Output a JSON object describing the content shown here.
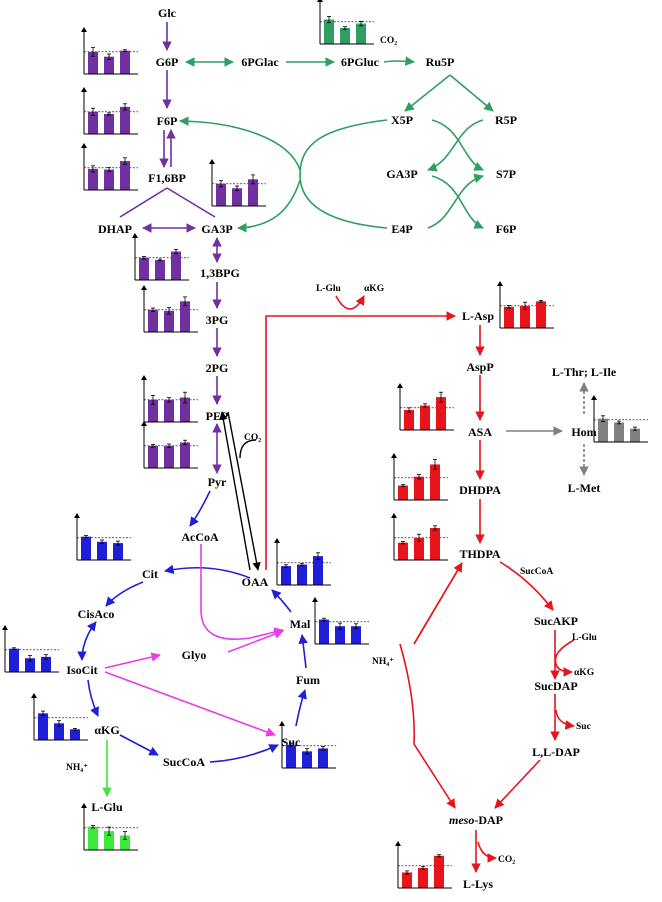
{
  "colors": {
    "glycolysis": "#7030a0",
    "ppp": "#2e9e62",
    "lysine": "#e8141b",
    "tca": "#1f1fd6",
    "glyoxylate": "#e83ee8",
    "glutamate": "#3be83b",
    "threonine": "#808080",
    "anaplerotic": "#000000"
  },
  "metabolites": {
    "glc": "Glc",
    "g6p": "G6P",
    "f6p": "F6P",
    "f16bp": "F1,6BP",
    "dhap": "DHAP",
    "ga3p": "GA3P",
    "bpg13": "1,3BPG",
    "pg3": "3PG",
    "pg2": "2PG",
    "pep": "PEP",
    "pyr": "Pyr",
    "pglac6": "6PGlac",
    "pgluc6": "6PGluc",
    "ru5p": "Ru5P",
    "x5p": "X5P",
    "r5p": "R5P",
    "ga3p_ppp": "GA3P",
    "s7p": "S7P",
    "e4p": "E4P",
    "f6p_ppp": "F6P",
    "acoa": "AcCoA",
    "cit": "Cit",
    "cisaco": "CisAco",
    "isocit": "IsoCit",
    "akg": "αKG",
    "succoa": "SucCoA",
    "suc": "Suc",
    "fum": "Fum",
    "mal": "Mal",
    "oaa": "OAA",
    "glyo": "Glyo",
    "lglu": "L-Glu",
    "lasp": "L-Asp",
    "aspp": "AspP",
    "asa": "ASA",
    "dhdpa": "DHDPA",
    "thdpa": "THDPA",
    "sucakp": "SucAKP",
    "sucdap": "SucDAP",
    "lldap": "L,L-DAP",
    "mesodap_italic": "meso",
    "mesodap_rest": "-DAP",
    "llys": "L-Lys",
    "hom": "Hom",
    "lthr": "L-Thr; L-Ile",
    "lmet": "L-Met"
  },
  "cofactors": {
    "co2_ppp": "CO₂",
    "co2_pep": "CO₂",
    "co2_lys": "CO₂",
    "lglu_asp": "L-Glu",
    "akg_asp": "αKG",
    "succoa_lys": "SucCoA",
    "lglu_lys": "L-Glu",
    "akg_lys": "αKG",
    "suc_lys": "Suc",
    "nh4_tca": "NH₄⁺",
    "nh4_mal": "NH₄⁺"
  },
  "charts": [
    {
      "id": "g6p",
      "color": "#7030a0",
      "values": [
        1.0,
        0.78,
        1.05
      ],
      "errors": [
        0.2,
        0.12,
        0.04
      ]
    },
    {
      "id": "pgluc",
      "color": "#2e9e62",
      "values": [
        1.1,
        0.72,
        0.92
      ],
      "errors": [
        0.14,
        0.06,
        0.1
      ]
    },
    {
      "id": "f6p",
      "color": "#7030a0",
      "values": [
        1.0,
        0.9,
        1.22
      ],
      "errors": [
        0.16,
        0.05,
        0.14
      ]
    },
    {
      "id": "f16bp",
      "color": "#7030a0",
      "values": [
        0.95,
        0.92,
        1.3
      ],
      "errors": [
        0.14,
        0.09,
        0.15
      ]
    },
    {
      "id": "ga3p",
      "color": "#7030a0",
      "values": [
        1.0,
        0.8,
        1.2
      ],
      "errors": [
        0.14,
        0.1,
        0.2
      ]
    },
    {
      "id": "bpg",
      "color": "#7030a0",
      "values": [
        1.0,
        0.9,
        1.28
      ],
      "errors": [
        0.06,
        0.04,
        0.1
      ]
    },
    {
      "id": "pg3",
      "color": "#7030a0",
      "values": [
        1.0,
        0.95,
        1.38
      ],
      "errors": [
        0.08,
        0.15,
        0.2
      ]
    },
    {
      "id": "pep",
      "color": "#7030a0",
      "values": [
        1.0,
        1.0,
        1.1
      ],
      "errors": [
        0.2,
        0.1,
        0.24
      ]
    },
    {
      "id": "pyr",
      "color": "#7030a0",
      "values": [
        1.0,
        1.0,
        1.15
      ],
      "errors": [
        0.06,
        0.08,
        0.1
      ]
    },
    {
      "id": "acoa",
      "color": "#1f1fd6",
      "values": [
        1.05,
        0.82,
        0.76
      ],
      "errors": [
        0.05,
        0.08,
        0.09
      ]
    },
    {
      "id": "oaa",
      "color": "#1f1fd6",
      "values": [
        0.85,
        0.92,
        1.3
      ],
      "errors": [
        0.06,
        0.06,
        0.15
      ]
    },
    {
      "id": "isocit",
      "color": "#1f1fd6",
      "values": [
        1.05,
        0.62,
        0.68
      ],
      "errors": [
        0.04,
        0.12,
        0.1
      ]
    },
    {
      "id": "mal",
      "color": "#1f1fd6",
      "values": [
        1.1,
        0.8,
        0.8
      ],
      "errors": [
        0.06,
        0.14,
        0.11
      ]
    },
    {
      "id": "akg",
      "color": "#1f1fd6",
      "values": [
        1.2,
        0.75,
        0.48
      ],
      "errors": [
        0.1,
        0.12,
        0.04
      ]
    },
    {
      "id": "suc",
      "color": "#1f1fd6",
      "values": [
        1.05,
        0.75,
        0.88
      ],
      "errors": [
        0.07,
        0.12,
        0.08
      ]
    },
    {
      "id": "glu",
      "color": "#3be83b",
      "values": [
        1.05,
        0.85,
        0.65
      ],
      "errors": [
        0.06,
        0.18,
        0.18
      ]
    },
    {
      "id": "asp",
      "color": "#e8141b",
      "values": [
        0.95,
        1.0,
        1.2
      ],
      "errors": [
        0.06,
        0.16,
        0.04
      ]
    },
    {
      "id": "asa",
      "color": "#e8141b",
      "values": [
        0.9,
        1.1,
        1.48
      ],
      "errors": [
        0.1,
        0.08,
        0.22
      ]
    },
    {
      "id": "hom",
      "color": "#808080",
      "values": [
        1.05,
        0.88,
        0.6
      ],
      "errors": [
        0.13,
        0.06,
        0.07
      ]
    },
    {
      "id": "dhdpa",
      "color": "#e8141b",
      "values": [
        0.65,
        1.05,
        1.6
      ],
      "errors": [
        0.04,
        0.1,
        0.22
      ]
    },
    {
      "id": "thdpa",
      "color": "#e8141b",
      "values": [
        0.78,
        1.0,
        1.44
      ],
      "errors": [
        0.05,
        0.16,
        0.1
      ]
    },
    {
      "id": "lys",
      "color": "#e8141b",
      "values": [
        0.7,
        0.9,
        1.45
      ],
      "errors": [
        0.07,
        0.06,
        0.05
      ]
    }
  ]
}
